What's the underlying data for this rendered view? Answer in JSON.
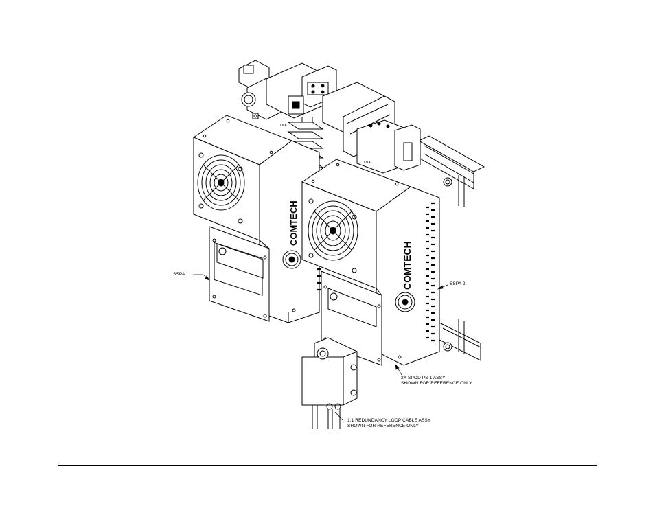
{
  "labels": {
    "sspa1": "SSPA 1",
    "sspa2": "SSPA 2",
    "spod_line1": "2X SPOD PS 1 ASSY",
    "spod_line2": "SHOWN FOR REFERENCE ONLY",
    "loop_line1": "1:1 REDUNDANCY LOOP CABLE ASSY",
    "loop_line2": "SHOWN FOR REFERENCE ONLY"
  },
  "logo_text": "COMTECH",
  "colors": {
    "line": "#000000",
    "paper": "#ffffff",
    "shade": "#e8e8e8"
  }
}
